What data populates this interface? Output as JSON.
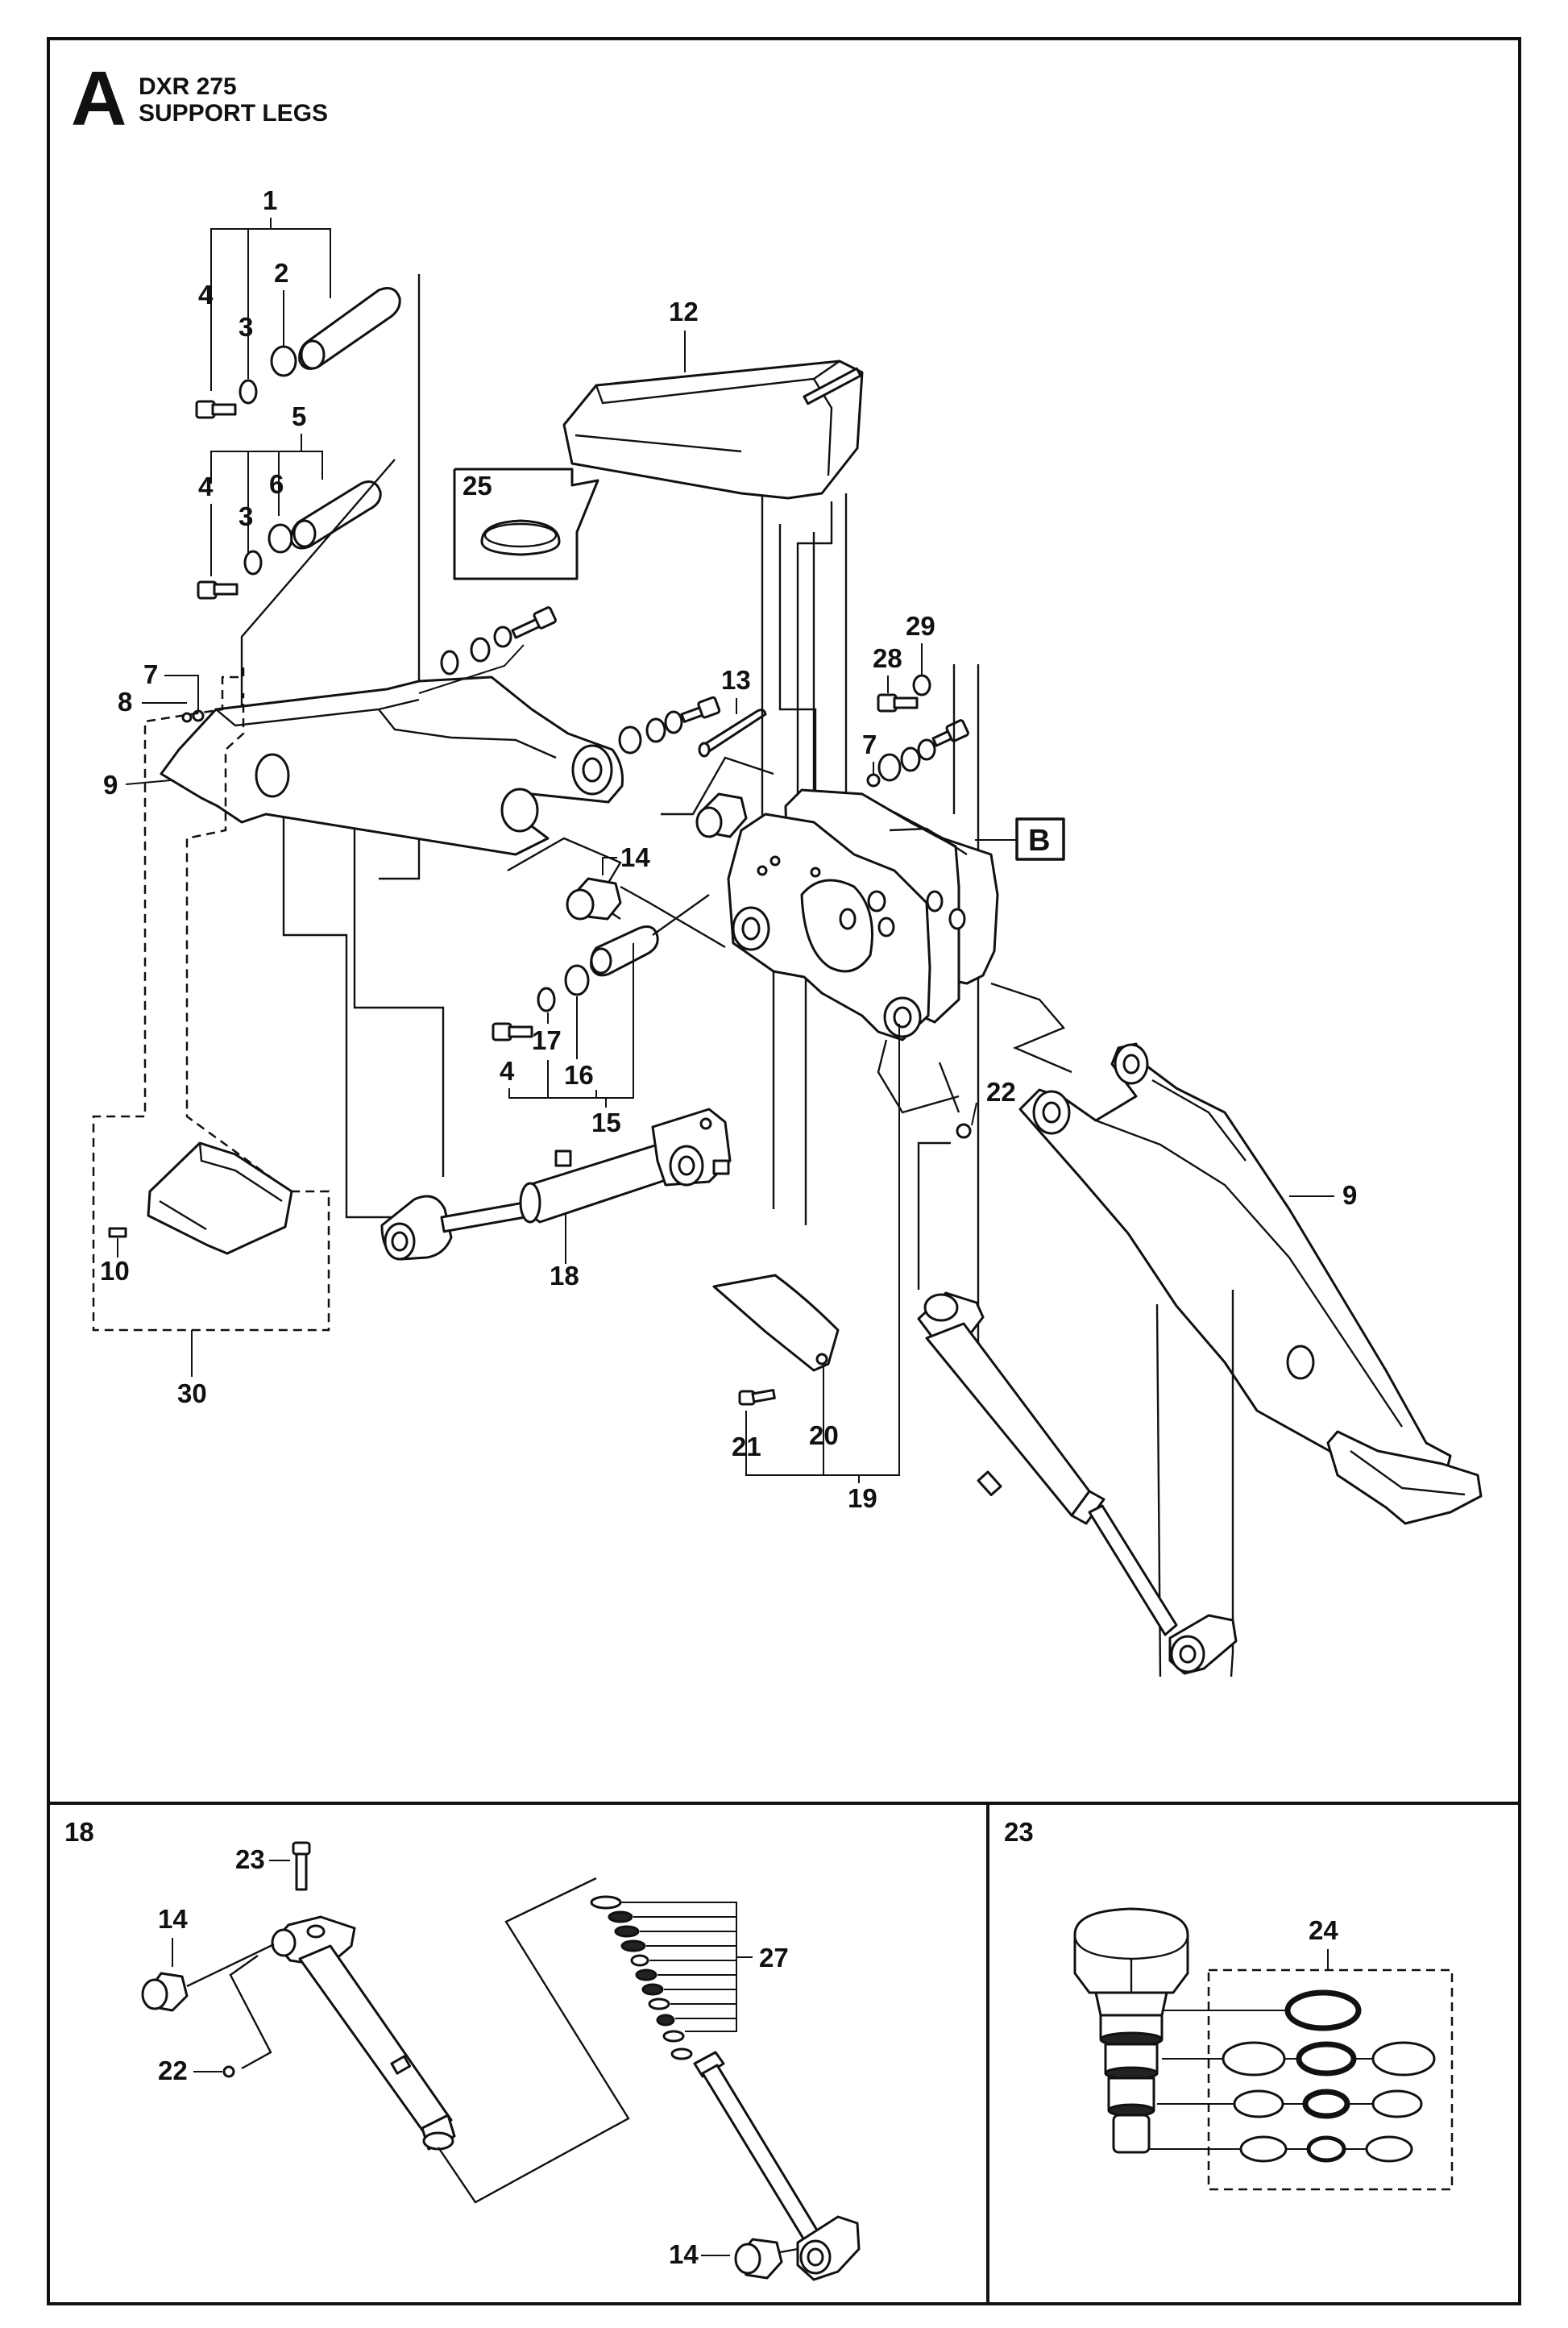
{
  "header": {
    "section_letter": "A",
    "model": "DXR 275",
    "title": "SUPPORT LEGS",
    "callout_b": "B"
  },
  "panels": {
    "cylinder_detail_number": "18",
    "valve_detail_number": "23"
  },
  "callouts": {
    "main": [
      "1",
      "2",
      "3",
      "4",
      "5",
      "3",
      "6",
      "4",
      "7",
      "8",
      "9",
      "12",
      "25",
      "13",
      "28",
      "29",
      "7",
      "14",
      "17",
      "16",
      "4",
      "15",
      "22",
      "9",
      "10",
      "18",
      "30",
      "21",
      "20",
      "19"
    ],
    "cylinder_detail": [
      "23",
      "14",
      "22",
      "27",
      "14"
    ],
    "valve_detail": [
      "24"
    ]
  }
}
